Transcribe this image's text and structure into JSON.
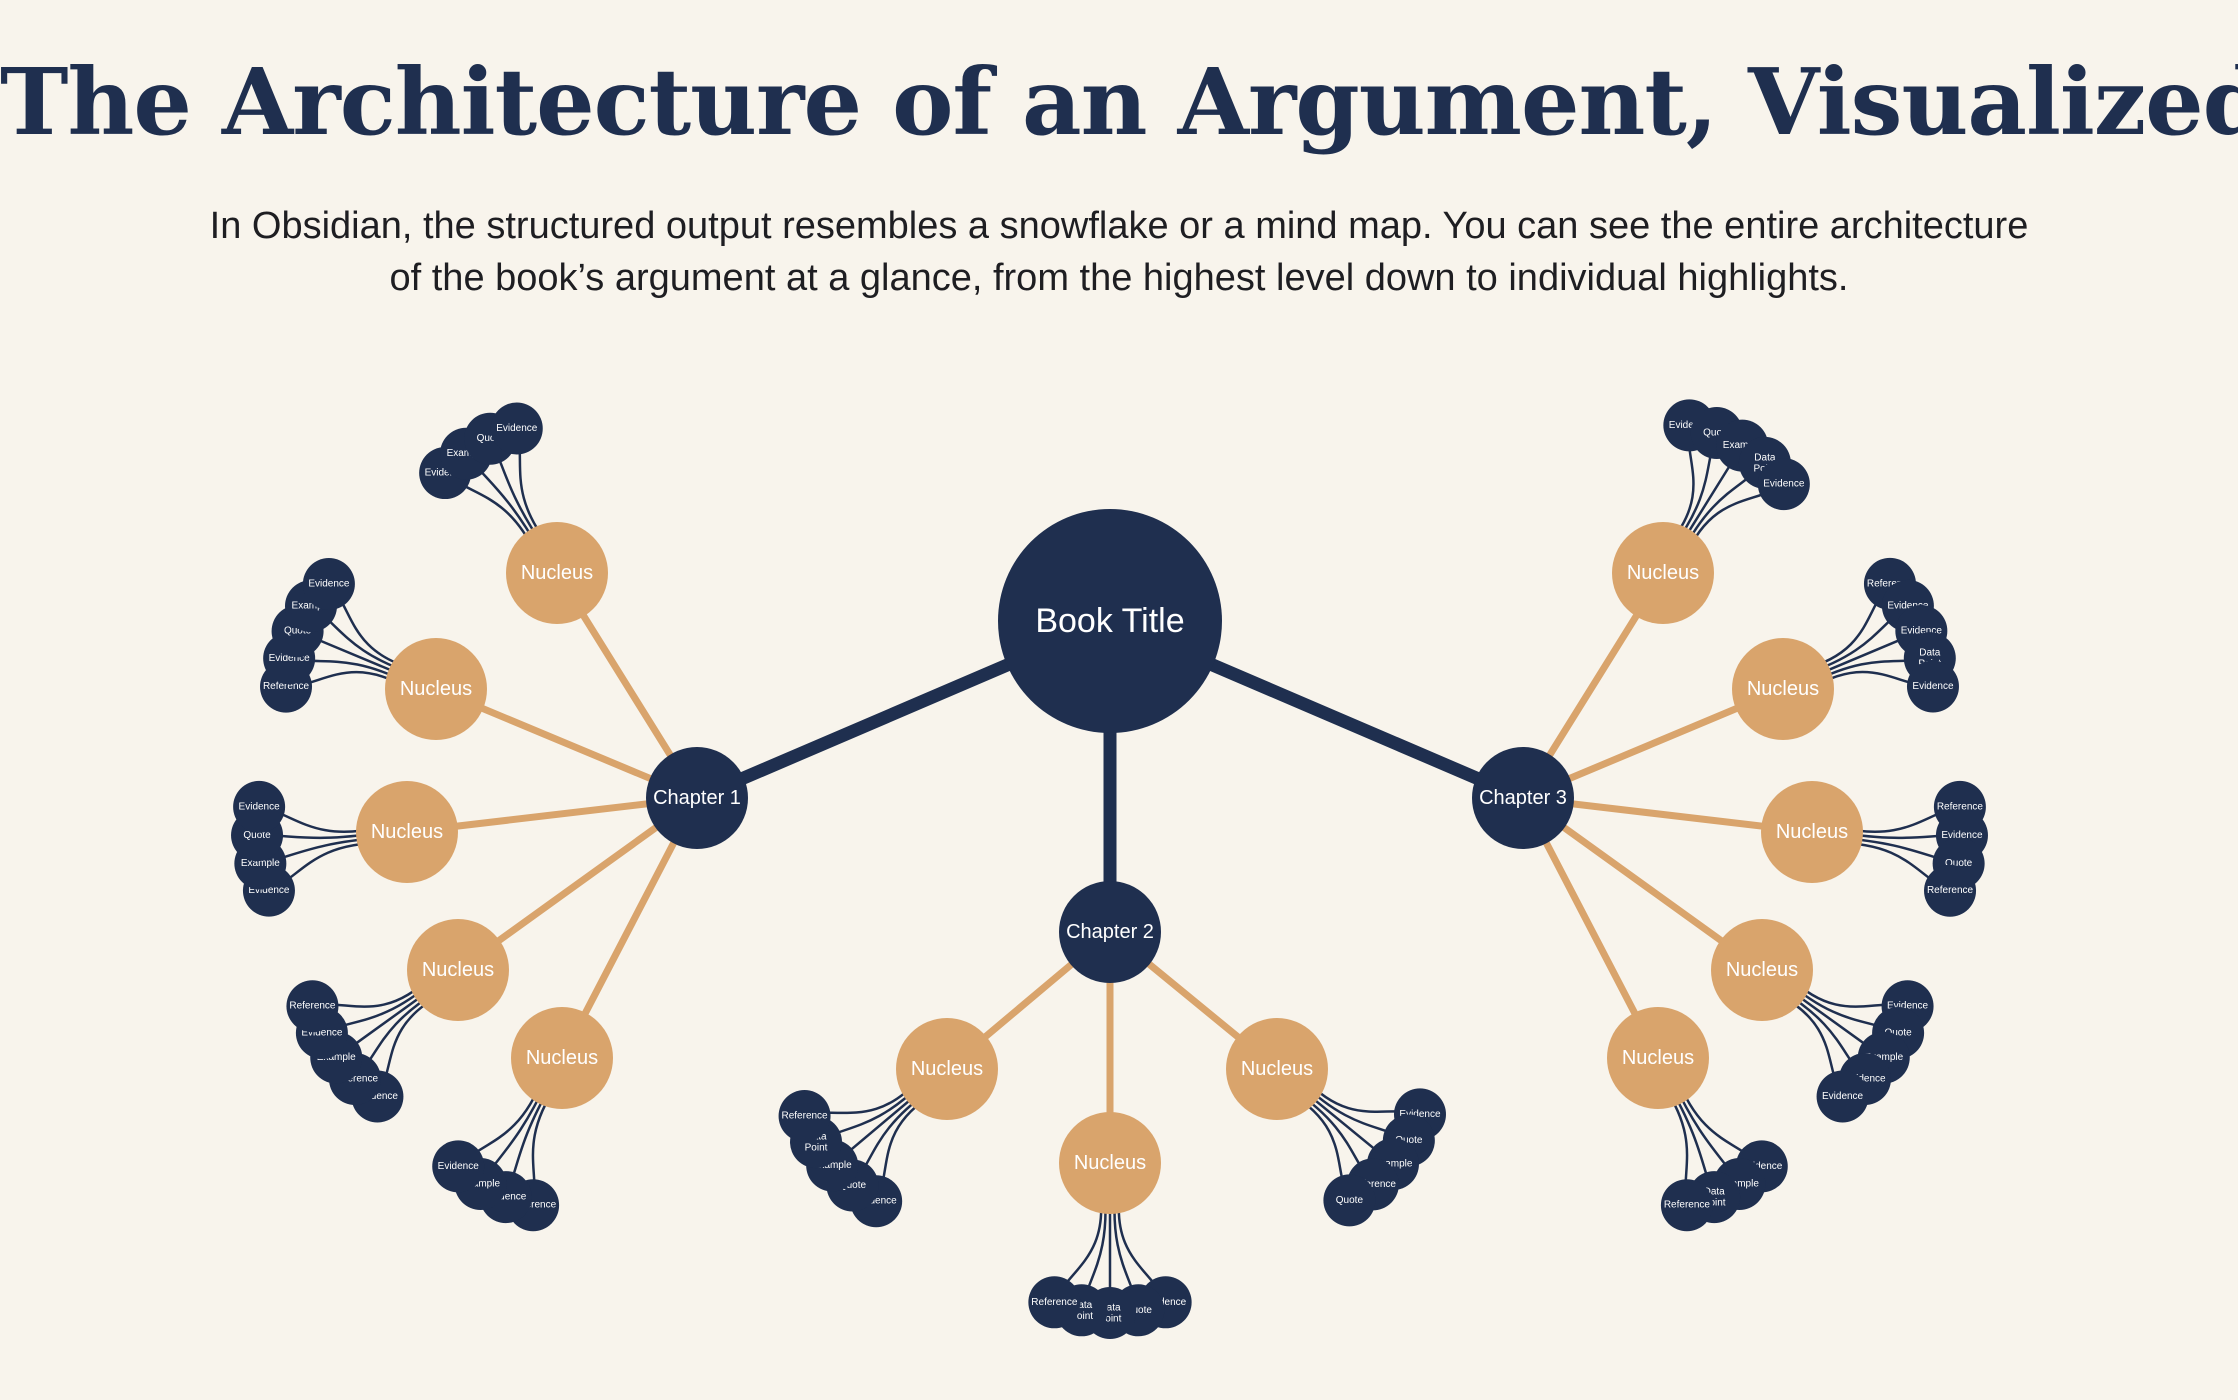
{
  "title": "The Architecture of an Argument, Visualized",
  "subtitle_line1": "In Obsidian, the structured output resembles a snowflake or a mind map. You can see the entire architecture",
  "subtitle_line2": "of the book’s argument at a glance, from the highest level down to individual highlights.",
  "colors": {
    "background": "#f8f4ec",
    "navy": "#1f2f4f",
    "gold": "#d9a46c",
    "text": "#1e1e22"
  },
  "tree": {
    "root": {
      "label": "Book Title"
    },
    "chapters": [
      {
        "label": "Chapter 1",
        "nuclei": [
          {
            "label": "Nucleus",
            "leaves": [
              "Evidence",
              "Example",
              "Quote",
              "Evidence"
            ]
          },
          {
            "label": "Nucleus",
            "leaves": [
              "Reference",
              "Evidence",
              "Quote",
              "Example",
              "Evidence"
            ]
          },
          {
            "label": "Nucleus",
            "leaves": [
              "Evidence",
              "Example",
              "Quote",
              "Evidence"
            ]
          },
          {
            "label": "Nucleus",
            "leaves": [
              "Evidence",
              "Reference",
              "Example",
              "Evidence",
              "Reference"
            ]
          },
          {
            "label": "Nucleus",
            "leaves": [
              "Reference",
              "Evidence",
              "Example",
              "Evidence"
            ]
          }
        ]
      },
      {
        "label": "Chapter 2",
        "nuclei": [
          {
            "label": "Nucleus",
            "leaves": [
              "Evidence",
              "Quote",
              "Example",
              "Data Point",
              "Reference"
            ]
          },
          {
            "label": "Nucleus",
            "leaves": [
              "Evidence",
              "Quote",
              "Data Point",
              "Data Point",
              "Reference"
            ]
          },
          {
            "label": "Nucleus",
            "leaves": [
              "Evidence",
              "Quote",
              "Example",
              "Reference",
              "Quote"
            ]
          }
        ]
      },
      {
        "label": "Chapter 3",
        "nuclei": [
          {
            "label": "Nucleus",
            "leaves": [
              "Evidence",
              "Quote",
              "Example",
              "Data Point",
              "Evidence"
            ]
          },
          {
            "label": "Nucleus",
            "leaves": [
              "Reference",
              "Evidence",
              "Evidence",
              "Data Point",
              "Evidence"
            ]
          },
          {
            "label": "Nucleus",
            "leaves": [
              "Reference",
              "Evidence",
              "Quote",
              "Reference"
            ]
          },
          {
            "label": "Nucleus",
            "leaves": [
              "Evidence",
              "Quote",
              "Example",
              "Evidence",
              "Evidence"
            ]
          },
          {
            "label": "Nucleus",
            "leaves": [
              "Evidence",
              "Example",
              "Data Point",
              "Reference"
            ]
          }
        ]
      }
    ]
  }
}
